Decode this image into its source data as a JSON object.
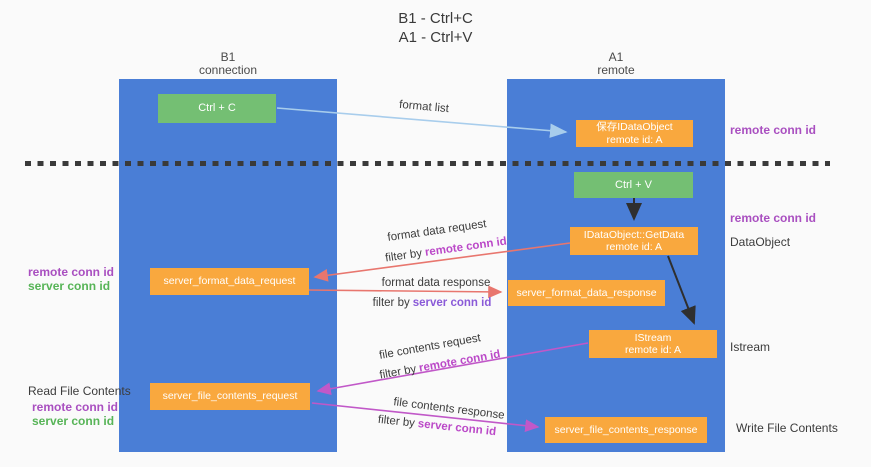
{
  "title": {
    "line1": "B1 - Ctrl+C",
    "line2": "A1 - Ctrl+V"
  },
  "lanes": {
    "left": {
      "name": "B1",
      "subtitle": "connection"
    },
    "right": {
      "name": "A1",
      "subtitle": "remote"
    }
  },
  "nodes": {
    "ctrl_c": "Ctrl + C",
    "ctrl_v": "Ctrl + V",
    "save_dataobject": {
      "line1": "保存IDataObject",
      "line2": "remote id: A"
    },
    "getdata": {
      "line1": "IDataObject::GetData",
      "line2": "remote id: A"
    },
    "istream": {
      "line1": "IStream",
      "line2": "remote id: A"
    },
    "format_request": "server_format_data_request",
    "format_response": "server_format_data_response",
    "file_request": "server_file_contents_request",
    "file_response": "server_file_contents_response"
  },
  "arrow_labels": {
    "format_list": "format list",
    "format_data_request": "format data request",
    "format_data_response": "format data response",
    "file_contents_request": "file contents request",
    "file_contents_response": "file contents response",
    "filter_by": "filter by",
    "remote_conn_id": "remote conn id",
    "server_conn_id": "server conn id"
  },
  "side_labels": {
    "left_mid": {
      "remote": "remote conn id",
      "server": "server conn id"
    },
    "left_bottom": {
      "title": "Read File Contents",
      "remote": "remote conn id",
      "server": "server conn id"
    },
    "right_top_remote": "remote conn id",
    "right_mid_remote": "remote conn id",
    "right_dataobject": "DataObject",
    "right_istream": "Istream",
    "right_write": "Write File Contents"
  },
  "colors": {
    "lane_blue": "#4a7ed6",
    "box_orange": "#f9a83e",
    "box_green": "#74bf73",
    "arrow_lightblue": "#a8cdec",
    "arrow_red": "#e8766e",
    "arrow_magenta": "#c158c8",
    "arrow_black": "#2f2f2f",
    "dash_line": "#3a3a3a",
    "label_purple": "#a94fc0",
    "label_green": "#57b457",
    "label_magenta": "#bb49c8",
    "label_violet": "#8a5ad8"
  }
}
